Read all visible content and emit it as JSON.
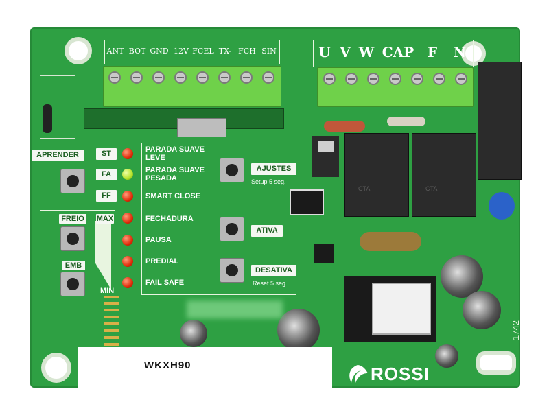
{
  "terminals_left": [
    "ANT",
    "BOT",
    "GND",
    "12V",
    "FCEL",
    "TX-",
    "FCH",
    "SIN"
  ],
  "terminals_right": [
    "U",
    "V",
    "W",
    "CAP",
    "F",
    "N"
  ],
  "buttons": {
    "aprender": "APRENDER",
    "freio": "FREIO",
    "emb": "EMB",
    "ajustes": "AJUSTES",
    "ajustes_sub": "Setup 5 seg.",
    "ativa": "ATIVA",
    "desativa": "DESATIVA",
    "desativa_sub": "Reset 5 seg."
  },
  "indicators": {
    "st": "ST",
    "fa": "FA",
    "ff": "FF",
    "max": "MAX",
    "min": "MIN"
  },
  "led_labels": [
    "PARADA SUAVE LEVE",
    "PARADA SUAVE PESADA",
    "SMART CLOSE",
    "FECHADURA",
    "PAUSA",
    "PREDIAL",
    "FAIL SAFE"
  ],
  "relay_text": "CTA",
  "model": "WKXH90",
  "brand": "ROSSI",
  "board_code": "1742",
  "colors": {
    "board": "#2ea043",
    "terminal": "#6fd14a",
    "led_red": "#e02b0a",
    "led_green": "#b6e32a"
  }
}
